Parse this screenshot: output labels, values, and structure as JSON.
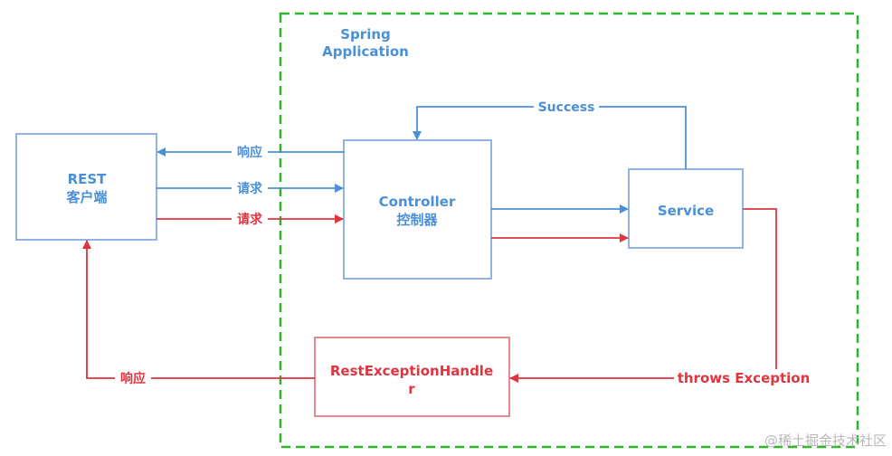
{
  "container": {
    "title_line1": "Spring",
    "title_line2": "Application"
  },
  "nodes": {
    "client": {
      "line1": "REST",
      "line2": "客户端"
    },
    "controller": {
      "line1": "Controller",
      "line2": "控制器"
    },
    "service": {
      "line1": "Service"
    },
    "handler": {
      "line1": "RestExceptionHandle",
      "line2": "r"
    }
  },
  "edges": {
    "response_blue": "响应",
    "request_blue": "请求",
    "request_red": "请求",
    "success": "Success",
    "throws": "throws Exception",
    "response_red": "响应"
  },
  "watermark": "@稀土掘金技术社区",
  "colors": {
    "blue": "#4a90d9",
    "red": "#e0343f",
    "green": "#2db52d",
    "box": "#8fb4e3"
  }
}
